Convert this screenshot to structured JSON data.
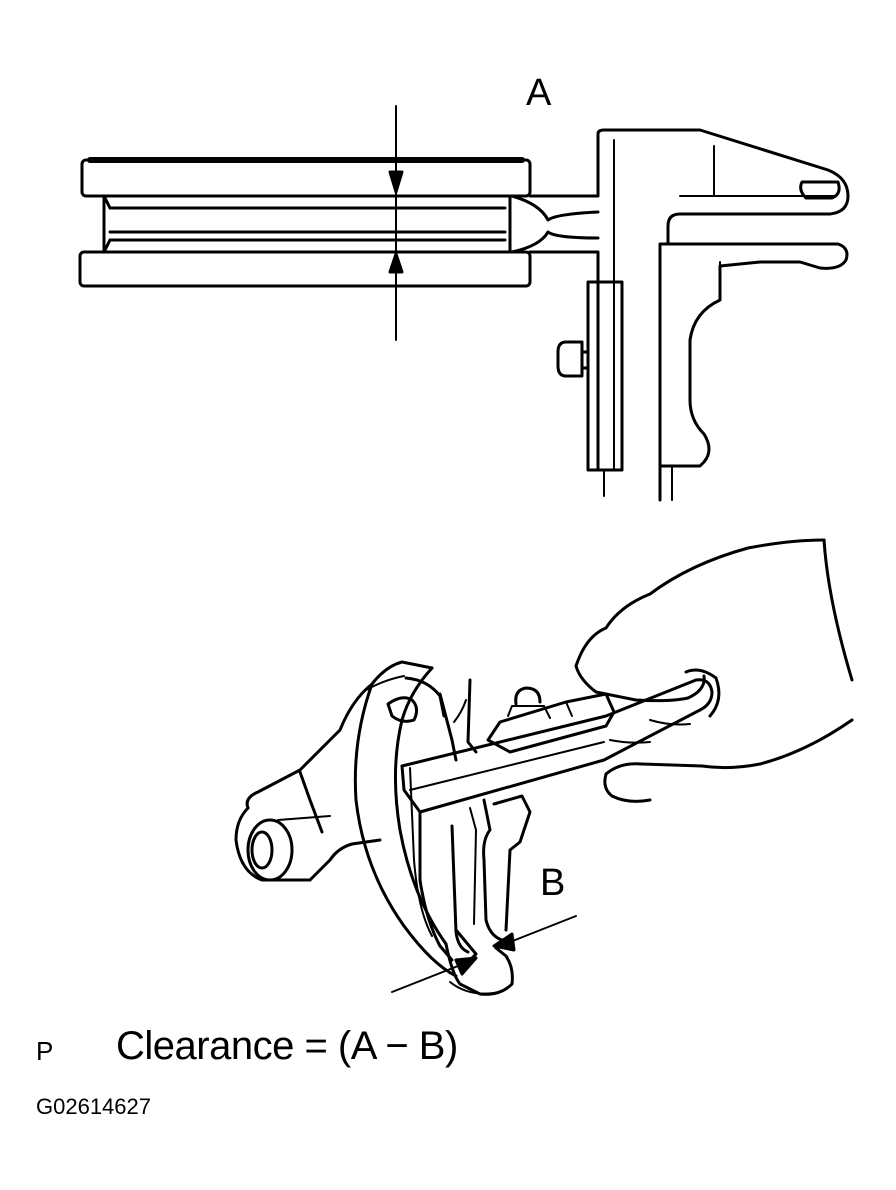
{
  "labels": {
    "a": "A",
    "b": "B"
  },
  "caption": {
    "marker": "P",
    "formula": "Clearance = (A − B)",
    "figure_id": "G02614627"
  },
  "colors": {
    "ink": "#000000",
    "paper": "#ffffff"
  }
}
